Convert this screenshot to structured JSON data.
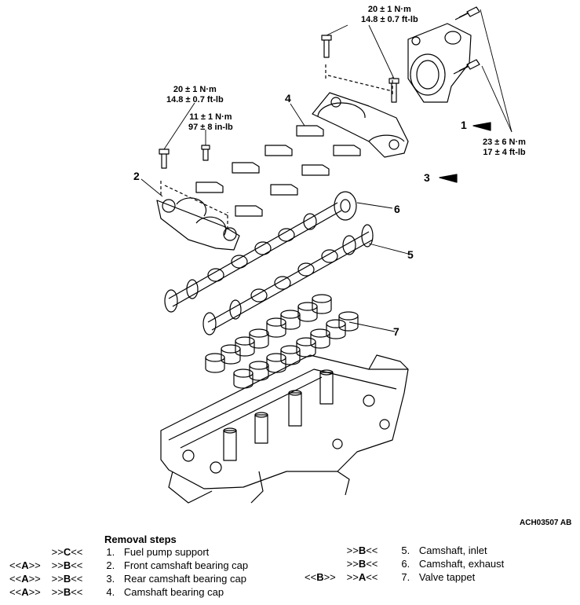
{
  "torque_labels": {
    "top_right": [
      "20 ± 1 N·m",
      "14.8 ± 0.7 ft-lb"
    ],
    "left_top": [
      "20 ± 1 N·m",
      "14.8 ± 0.7 ft-lb"
    ],
    "left_mid": [
      "11 ± 1 N·m",
      "97 ± 8 in-lb"
    ],
    "right_side": [
      "23 ± 6 N·m",
      "17 ± 4 ft-lb"
    ]
  },
  "callouts": [
    "1",
    "2",
    "3",
    "4",
    "5",
    "6",
    "7"
  ],
  "figure_id": "ACH03507 AB",
  "removal": {
    "title": "Removal steps",
    "steps": [
      {
        "pre": "",
        "mid_open": ">>",
        "mid_letter": "C",
        "mid_close": "<<",
        "num": "1.",
        "label": "Fuel pump support"
      },
      {
        "pre_open": "<<",
        "pre_letter": "A",
        "pre_close": ">>",
        "mid_open": ">>",
        "mid_letter": "B",
        "mid_close": "<<",
        "num": "2.",
        "label": "Front camshaft bearing cap"
      },
      {
        "pre_open": "<<",
        "pre_letter": "A",
        "pre_close": ">>",
        "mid_open": ">>",
        "mid_letter": "B",
        "mid_close": "<<",
        "num": "3.",
        "label": "Rear camshaft bearing cap"
      },
      {
        "pre_open": "<<",
        "pre_letter": "A",
        "pre_close": ">>",
        "mid_open": ">>",
        "mid_letter": "B",
        "mid_close": "<<",
        "num": "4.",
        "label": "Camshaft bearing cap"
      },
      {
        "pre": "",
        "mid_open": ">>",
        "mid_letter": "B",
        "mid_close": "<<",
        "num": "5.",
        "label": "Camshaft, inlet"
      },
      {
        "pre": "",
        "mid_open": ">>",
        "mid_letter": "B",
        "mid_close": "<<",
        "num": "6.",
        "label": "Camshaft, exhaust"
      },
      {
        "pre_open": "<<",
        "pre_letter": "B",
        "pre_close": ">>",
        "mid_open": ">>",
        "mid_letter": "A",
        "mid_close": "<<",
        "num": "7.",
        "label": "Valve tappet"
      }
    ]
  }
}
